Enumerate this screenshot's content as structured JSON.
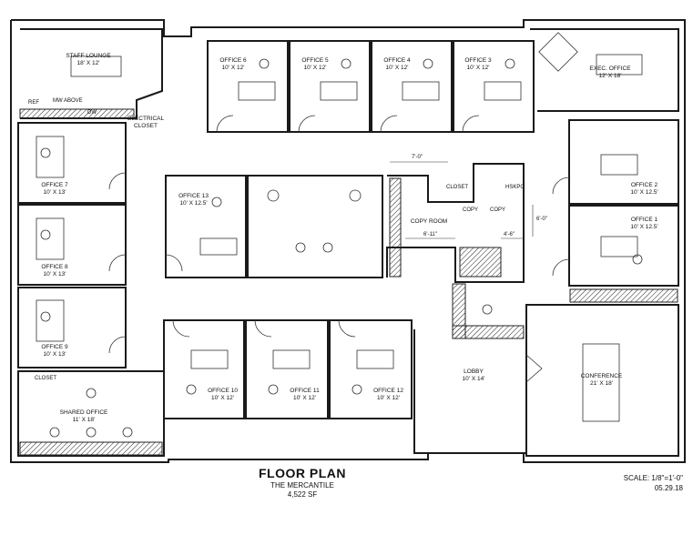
{
  "title": {
    "main": "FLOOR PLAN",
    "project": "THE MERCANTILE",
    "area": "4,522 SF"
  },
  "scale": {
    "label": "SCALE: 1/8\"=1'-0\"",
    "date": "05.29.18"
  },
  "rooms": {
    "staff_lounge": {
      "name": "STAFF LOUNGE",
      "size": "18' x 12'"
    },
    "office6": {
      "name": "OFFICE 6",
      "size": "10' x 12'"
    },
    "office5": {
      "name": "OFFICE 5",
      "size": "10' x 12'"
    },
    "office4": {
      "name": "OFFICE 4",
      "size": "10' x 12'"
    },
    "office3": {
      "name": "OFFICE 3",
      "size": "10' x 12'"
    },
    "exec_office": {
      "name": "EXEC. OFFICE",
      "size": "12' X 18'"
    },
    "office7": {
      "name": "OFFICE 7",
      "size": "10' x 13'"
    },
    "office8": {
      "name": "OFFICE 8",
      "size": "10' x 13'"
    },
    "office9": {
      "name": "OFFICE 9",
      "size": "10' x 13'"
    },
    "office13": {
      "name": "OFFICE 13",
      "size": "10' x 12.5'"
    },
    "office2": {
      "name": "OFFICE 2",
      "size": "10' x 12.5'"
    },
    "office1": {
      "name": "OFFICE 1",
      "size": "10' x 12.5'"
    },
    "office10": {
      "name": "OFFICE 10",
      "size": "10' x 12'"
    },
    "office11": {
      "name": "OFFICE 11",
      "size": "10' x 12'"
    },
    "office12": {
      "name": "OFFICE 12",
      "size": "10' x 12'"
    },
    "lobby": {
      "name": "LOBBY",
      "size": "10' X 14'"
    },
    "conference": {
      "name": "CONFERENCE",
      "size": "21' X 18'"
    },
    "shared_office": {
      "name": "SHARED OFFICE",
      "size": "11' x 18'"
    },
    "copy_room": {
      "name": "COPY ROOM"
    },
    "electrical_closet": {
      "name": "ELECTRICAL CLOSET"
    }
  },
  "labels": {
    "ref": "REF",
    "mw_above": "MW ABOVE",
    "dw": "DW",
    "closet_left": "CLOSET",
    "closet_right": "CLOSET",
    "hskpg": "HSKPG",
    "copy1": "COPY",
    "copy2": "COPY",
    "dim_7": "7'-0\"",
    "dim_6_11": "6'-11\"",
    "dim_4_6": "4'-6\"",
    "dim_6": "6'-0\""
  }
}
